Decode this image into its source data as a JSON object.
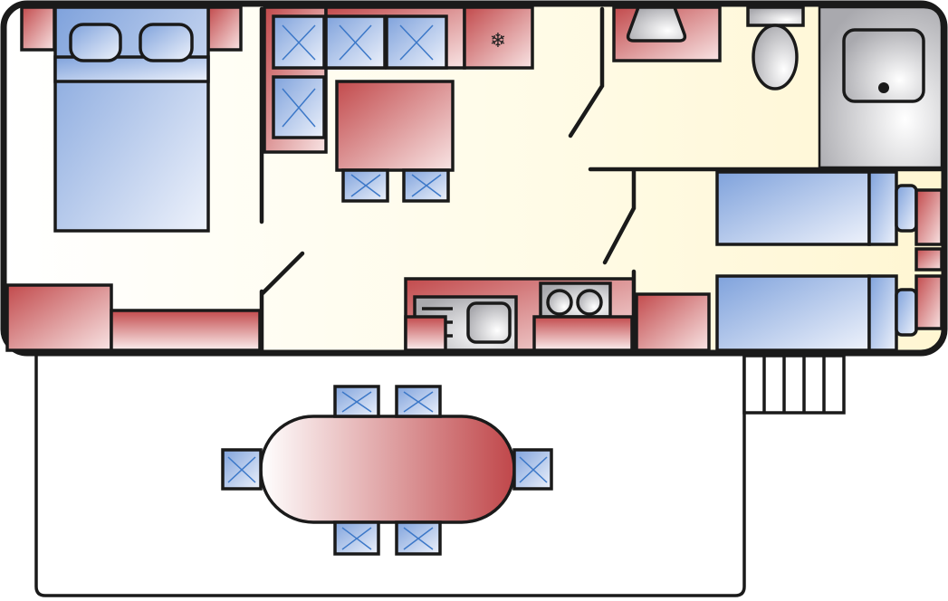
{
  "plan": {
    "title_icon": "floor-plan",
    "fridge_symbol": "❄",
    "colors": {
      "floor": "#fffbe6",
      "furniture_red": "#c0474a",
      "bed_blue": "#8eaee0",
      "fixture_gray": "#b8b8bc",
      "outline": "#1a1a1a"
    },
    "rooms": [
      "master-bedroom",
      "kitchen-dining",
      "bathroom",
      "shower",
      "twin-bedroom",
      "terrace"
    ]
  }
}
